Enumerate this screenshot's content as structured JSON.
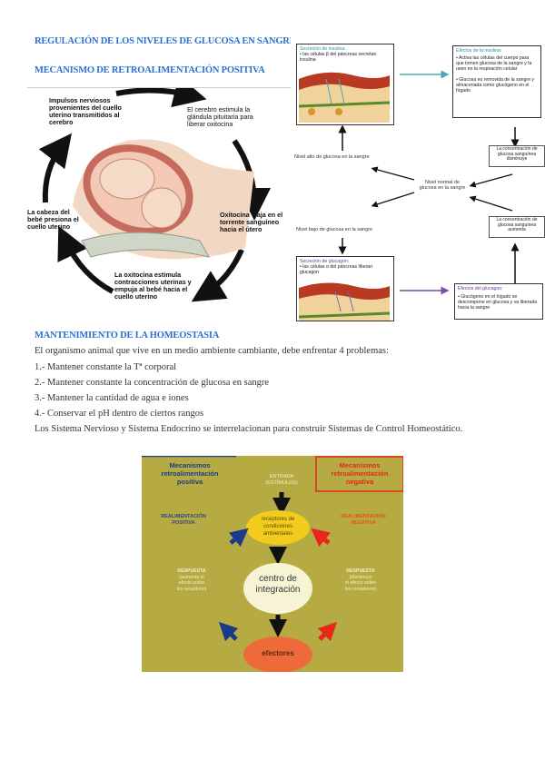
{
  "headings": {
    "title": "REGULACIÓN DE LOS NIVELES DE GLUCOSA EN SANGRE",
    "subtitle": "MECANISMO DE RETROALIMENTACIÓN POSITIVA",
    "section": "MANTENIMIENTO DE LA HOMEOSTASIA"
  },
  "figure_left": {
    "labels": {
      "top_left": "Impulsos nerviosos provenientes del cuello uterino transmitidos al cerebro",
      "top_right": "El cerebro estimula la glándula pituitaria para liberar oxitocina",
      "right": "Oxitocina viaja en el torrente sanguíneo hacia el útero",
      "bottom": "La oxitocina estimula contracciones uterinas y empuja al bebé hacia el cuello uterino",
      "left": "La cabeza del bebé presiona el cuello uterino"
    }
  },
  "figure_right": {
    "insulin_box": {
      "title": "Secreción de insulina:",
      "text": "• las células β del páncreas secretan insulina"
    },
    "insulin_effects_box": {
      "title": "Efectos de la insulina:",
      "bullets": [
        "• Activa las células del cuerpo para que tomen glucosa de la sangre y la usen en la respiración celular",
        "• Glucosa es removida de la sangre y almacenada como glucógeno en el hígado"
      ]
    },
    "conc_decrease": "La concentración de glucosa sanguínea disminuye",
    "high_level": "Nivel alto de glucosa en la sangre",
    "normal_level": "Nivel normal de glucosa en la sangre",
    "low_level": "Nivel bajo de glucosa en la sangre",
    "conc_increase": "La concentración de glucosa sanguínea aumenta",
    "glucagon_box": {
      "title": "Secreción de glucagon:",
      "text": "• las células α del páncreas liberan glucagon"
    },
    "glucagon_effects_box": {
      "title": "Efectos del glucagon:",
      "text": "• Glucógeno en el hígado se descompone en glucosa y va liberada hacia la sangre"
    }
  },
  "body": {
    "intro": "El organismo animal que vive en un medio ambiente cambiante, debe enfrentar 4 problemas:",
    "items": [
      "1.- Mantener constante la Tª corporal",
      "2.- Mantener constante la concentración de glucosa en sangre",
      "3.- Mantener la cantidad de agua e iones",
      "4.- Conservar el pH dentro de ciertos rangos"
    ],
    "closing": "Los Sistema Nervioso y Sistema Endocrino se interrelacionan para construir Sistemas de Control Homeostático."
  },
  "figure_bottom": {
    "positive_title": [
      "Mecanismos",
      "retroalimentación",
      "positiva"
    ],
    "negative_title": [
      "Mecanismos",
      "retroalimentación",
      "negativa"
    ],
    "input": [
      "ENTRADA",
      "(ESTÍMULOS)"
    ],
    "receptors": [
      "receptores de",
      "condiciones",
      "ambientales"
    ],
    "positive_feedback": [
      "REALIMENTACIÓN",
      "POSITIVA"
    ],
    "negative_feedback": [
      "REALIMENTACIÓN",
      "NEGATIVA"
    ],
    "response_positive": [
      "RESPUESTA",
      "(aumenta el",
      "efecto sobre",
      "los receptores"
    ],
    "response_negative": [
      "RESPUESTA",
      "(disminuye",
      "el efecto sobre",
      "los receptores)"
    ],
    "integration": [
      "centro de",
      "integración"
    ],
    "effectors": "efectores",
    "colors": {
      "background": "#b5ab42",
      "positive": "#1b3a8c",
      "negative": "#e8261b",
      "receptors": "#f2cc1c",
      "integration": "#f7f4d6",
      "effectors": "#ef6a3a"
    }
  }
}
